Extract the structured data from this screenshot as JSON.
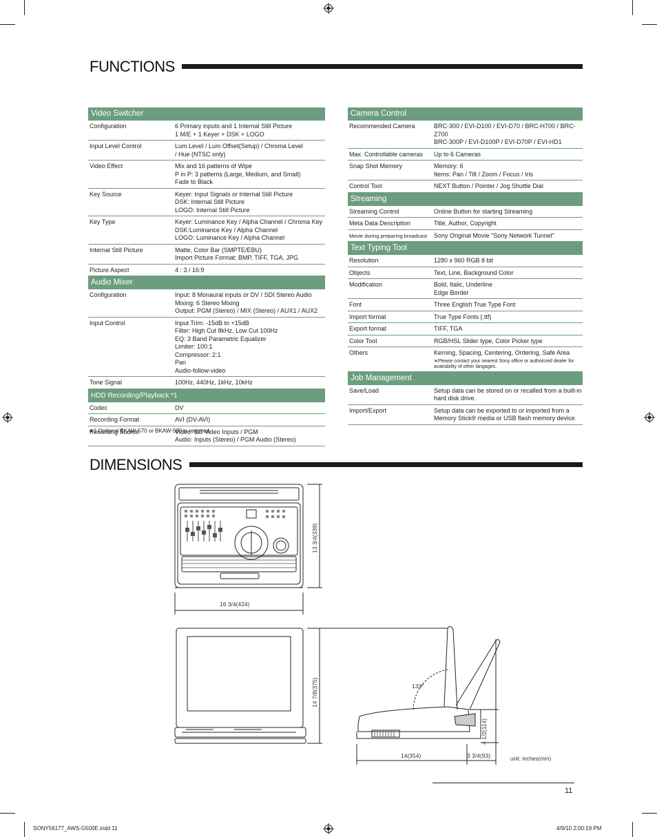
{
  "functions_title": "FUNCTIONS",
  "dimensions_title": "DIMENSIONS",
  "left_table": [
    {
      "section": "Video Switcher",
      "rows": [
        {
          "k": "Configuration",
          "v": "6 Primary inputs and 1 Internal Still Picture\n1 M/E + 1 Keyer + DSK + LOGO"
        },
        {
          "k": "Input Level Control",
          "v": "Lum Level / Lum Offset(Setup) / Chroma Level\n/ Hue (NTSC only)"
        },
        {
          "k": "Video Effect",
          "v": "Mix and 16 patterns of Wipe\nP in P: 3 patterns (Large, Medium, and Small)\nFade to Black"
        },
        {
          "k": "Key Source",
          "v": "Keyer: Input Signals or Internal Still Picture\nDSK: Internal Still Picture\nLOGO: Internal Still Picture"
        },
        {
          "k": "Key Type",
          "v": "Keyer: Luminance Key / Alpha Channel / Chroma Key\nDSK:Luminance Key / Alpha Channel\nLOGO: Luminance Key / Alpha Channel"
        },
        {
          "k": "Internal Still Picture",
          "v": "Matte, Color Bar (SMPTE/EBU)\nImport Picture Format: BMP, TIFF, TGA, JPG"
        },
        {
          "k": "Picture Aspect",
          "v": "4 : 3 / 16:9"
        }
      ]
    },
    {
      "section": "Audio Mixer",
      "rows": [
        {
          "k": "Configuration",
          "v": "Input: 8 Monaural inputs or DV / SDI Stereo Audio\nMixing: 6 Stereo Mixing\nOutput: PGM (Stereo) / MIX (Stereo) / AUX1 / AUX2"
        },
        {
          "k": "Input Control",
          "v": "Input Trim: -15dB to +15dB\nFilter:  High Cut 8kHz, Low Cut 100Hz\nEQ: 3 Band Parametric Equalizer\nLimiter: 100:1\nCompressor: 2:1\nPan\nAudio-follow-video"
        },
        {
          "k": "Tone Signal",
          "v": "100Hz, 440Hz, 1kHz, 10kHz"
        }
      ]
    },
    {
      "section": "HDD Recording/Playback  *1",
      "small": true,
      "rows": [
        {
          "k": "Codec",
          "v": "DV"
        },
        {
          "k": "Recording Format",
          "v": "AVI (DV-AVI)"
        },
        {
          "k": "Recording Source",
          "v": "Video: SD Video Inputs / PGM\nAudio: Inputs (Stereo) / PGM Audio (Stereo)"
        }
      ]
    }
  ],
  "footnote": "∗1 Optional BKAW-570 or BKAW-580 is required.",
  "right_table": [
    {
      "section": "Camera Control",
      "rows": [
        {
          "k": "Recommended Camera",
          "v": "BRC-300 / EVI-D100 / EVI-D70 / BRC-H700 / BRC-Z700\nBRC-300P / EVI-D100P / EVI-D70P / EVI-HD1"
        },
        {
          "k": "Max. Controllable cameras",
          "v": "Up to 6 Cameras"
        },
        {
          "k": "Snap Shot Memory",
          "v": "Memory: 6\nItems: Pan / Tilt / Zoom / Focus / Iris"
        },
        {
          "k": "Control Tool",
          "v": "NEXT Button / Pointer / Jog Shuttle Dial"
        }
      ]
    },
    {
      "section": "Streaming",
      "rows": [
        {
          "k": "Streaming Control",
          "v": "Online Button for starting Streaming"
        },
        {
          "k": "Meta Data Description",
          "v": "Title,  Author, Copyright"
        },
        {
          "k": "Movie during preparing broadcast",
          "v": "Sony Original Movie \"Sony Network Tunnel\""
        }
      ]
    },
    {
      "section": "Text Typing Tool",
      "rows": [
        {
          "k": "Resolution",
          "v": "1280 x 960  RGB 8 bit"
        },
        {
          "k": "Objects",
          "v": "Text, Line, Background Color"
        },
        {
          "k": "Modification",
          "v": "Bold, Italic, Underline\nEdge Border"
        },
        {
          "k": "Font",
          "v": "Three English True Type Font"
        },
        {
          "k": "Import format",
          "v": "True Type Fonts (.ttf)"
        },
        {
          "k": "Export format",
          "v": "TIFF, TGA"
        },
        {
          "k": "Color Tool",
          "v": "RGB/HSL Slider type, Color Picker type"
        },
        {
          "k": "Others",
          "v": "Kerning, Spacing, Centering, Ordering, Safe Area",
          "note": "∗Please contact your nearest Sony office or authorized dealer for avairability of other langages."
        }
      ]
    },
    {
      "section": "Job Management",
      "rows": [
        {
          "k": "Save/Load",
          "v": "Setup data can be stored on or recalled from a built-in\nhard disk drive."
        },
        {
          "k": "Import/Export",
          "v": "Setup data can be exported to or imported from a\nMemory Stick® media or USB flash memory device."
        }
      ]
    }
  ],
  "dims": {
    "top_depth": "13 3/4(339)",
    "top_width": "16 3/4(424)",
    "front_height": "14 7/8(375)",
    "angle": "133°",
    "side_depth": "14(354)",
    "side_extra": "3 3/4(93)",
    "side_height": "4 1/2(114)",
    "unit": "unit: inches(mm)"
  },
  "page_number": "11",
  "slug_file": "SONY56177_AWS-G500E.indd   11",
  "slug_date": "4/9/10   2:00:19 PM"
}
